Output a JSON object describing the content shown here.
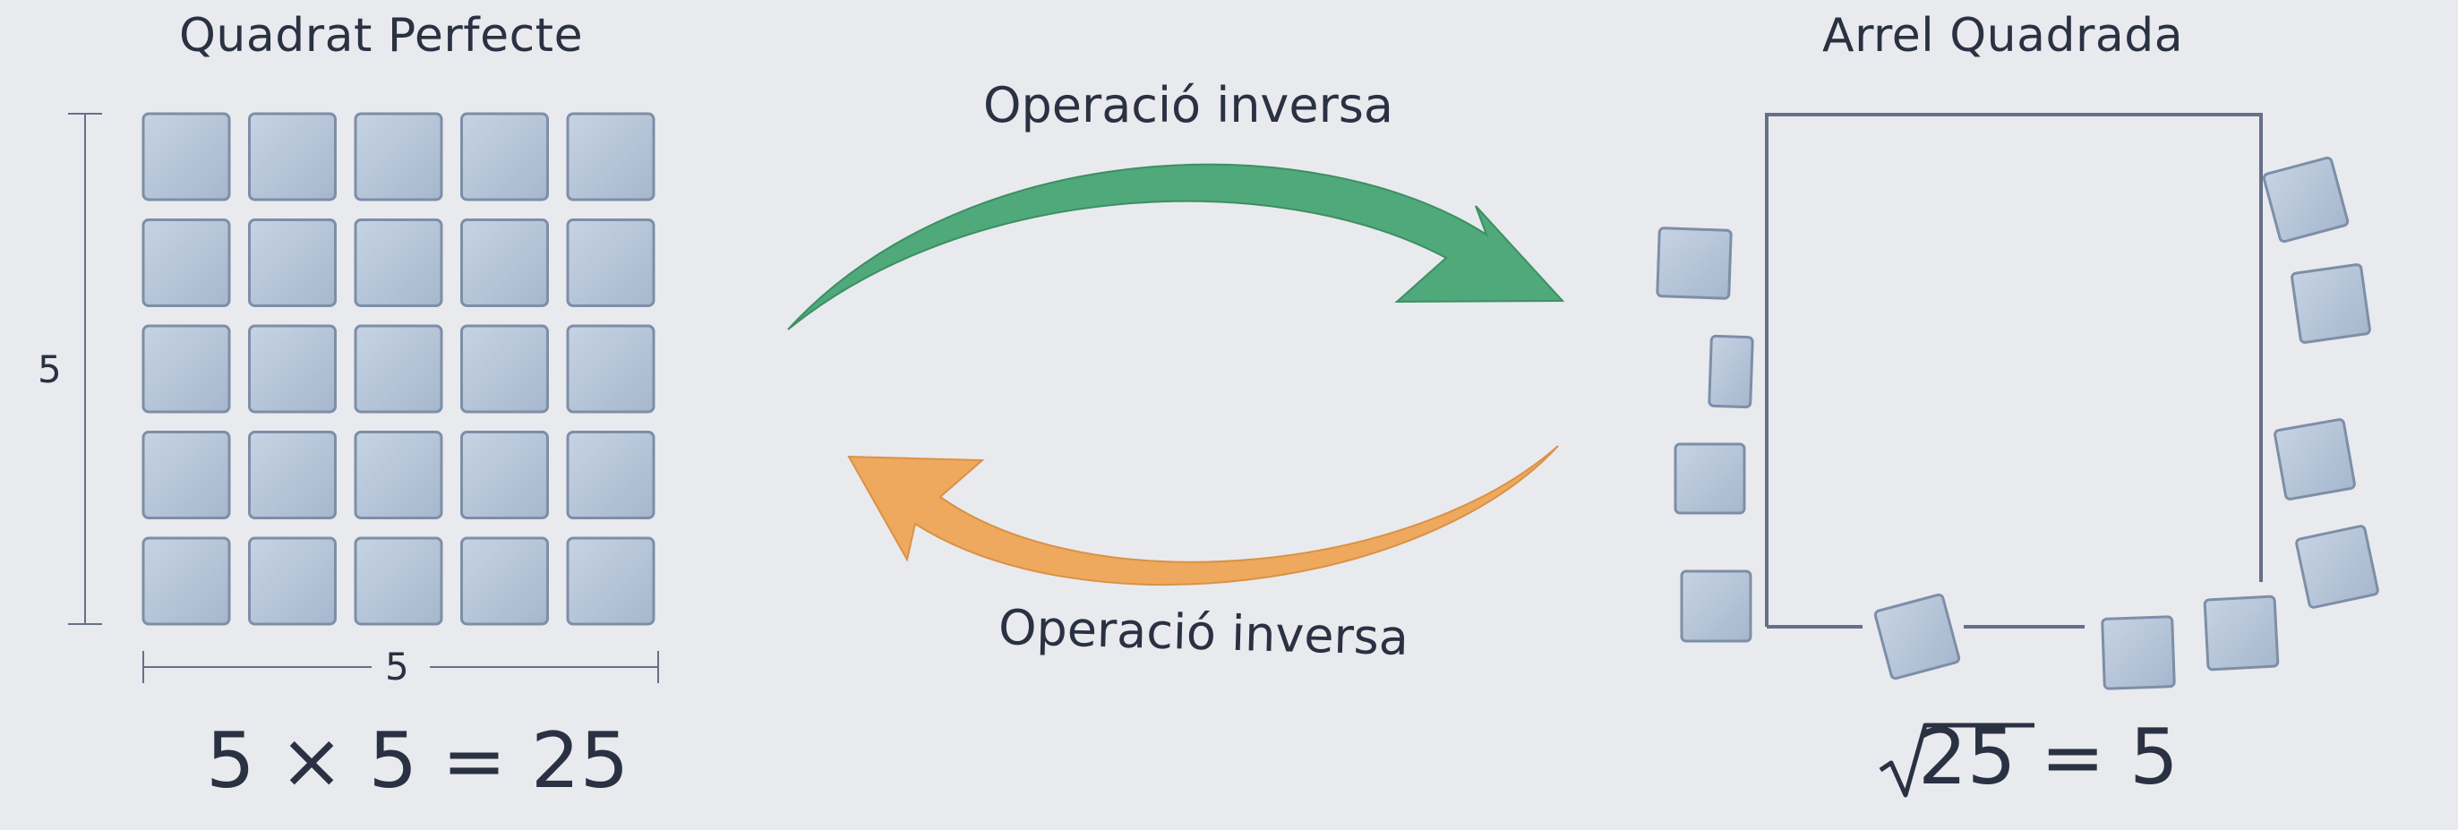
{
  "left_panel": {
    "title": "Quadrat Perfecte",
    "side_label_vertical": "5",
    "side_label_horizontal": "5",
    "grid": {
      "rows": 5,
      "cols": 5
    },
    "equation": "5 × 5 = 25"
  },
  "middle": {
    "top_arrow_label": "Operació inversa",
    "bottom_arrow_label": "Operació inversa",
    "top_arrow_color": "#4fa97a",
    "bottom_arrow_color": "#eea95f"
  },
  "right_panel": {
    "title": "Arrel Quadrada",
    "equation_radicand": "25",
    "equation_rest": " = 5"
  },
  "colors": {
    "background": "#e9eaee",
    "tile_fill": "#b4c3d6",
    "tile_border": "#7d8ea8",
    "line": "#66708a"
  }
}
